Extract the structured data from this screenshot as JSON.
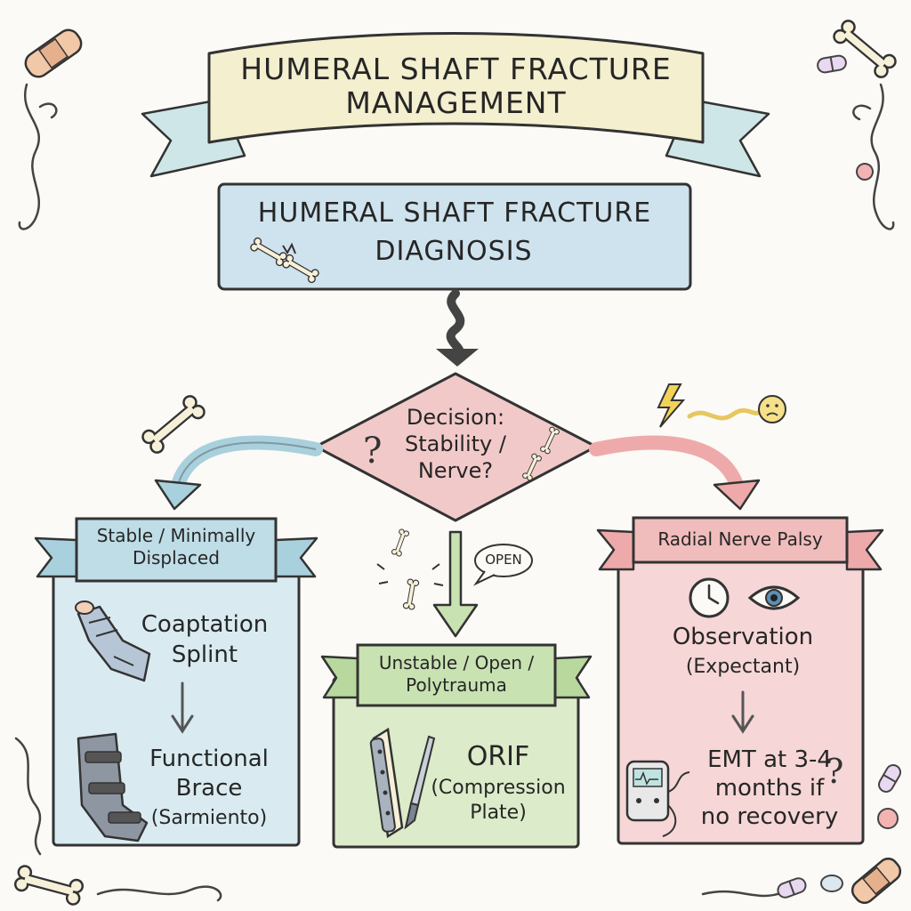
{
  "title": {
    "line1": "HUMERAL SHAFT FRACTURE",
    "line2": "MANAGEMENT"
  },
  "diagnosis": {
    "line1": "HUMERAL SHAFT FRACTURE",
    "line2": "DIAGNOSIS"
  },
  "decision": {
    "line1": "Decision:",
    "line2": "Stability /",
    "line3": "Nerve?"
  },
  "left": {
    "header_line1": "Stable / Minimally",
    "header_line2": "Displaced",
    "step1_line1": "Coaptation",
    "step1_line2": "Splint",
    "step2_line1": "Functional",
    "step2_line2": "Brace",
    "step2_line3": "(Sarmiento)"
  },
  "middle": {
    "bubble": "OPEN",
    "header_line1": "Unstable / Open /",
    "header_line2": "Polytrauma",
    "main": "ORIF",
    "sub_line1": "(Compression",
    "sub_line2": "Plate)"
  },
  "right": {
    "header": "Radial Nerve Palsy",
    "step1_line1": "Observation",
    "step1_line2": "(Expectant)",
    "step2_line1": "EMT at 3-4",
    "step2_line2": "months if",
    "step2_line3": "no recovery"
  },
  "icons": [
    "bandage-icon",
    "bone-icon",
    "pill-icon",
    "broken-bone-icon",
    "lightning-icon",
    "nerve-icon",
    "question-icon",
    "splint-icon",
    "brace-icon",
    "plate-icon",
    "scalpel-icon",
    "clock-icon",
    "eye-icon",
    "stimulator-icon",
    "swirl-ornament-icon"
  ],
  "colors": {
    "title_ribbon": "#f3efcf",
    "diagnosis_box": "#cfe3ee",
    "decision_diamond": "#f2c9c9",
    "left_panel": "#d9ebf1",
    "middle_panel": "#dcebc9",
    "right_panel": "#f6d6d6",
    "left_arrow": "#a9d0dd",
    "middle_arrow": "#b9d89e",
    "right_arrow": "#eeaaaa",
    "outline": "#333333"
  }
}
